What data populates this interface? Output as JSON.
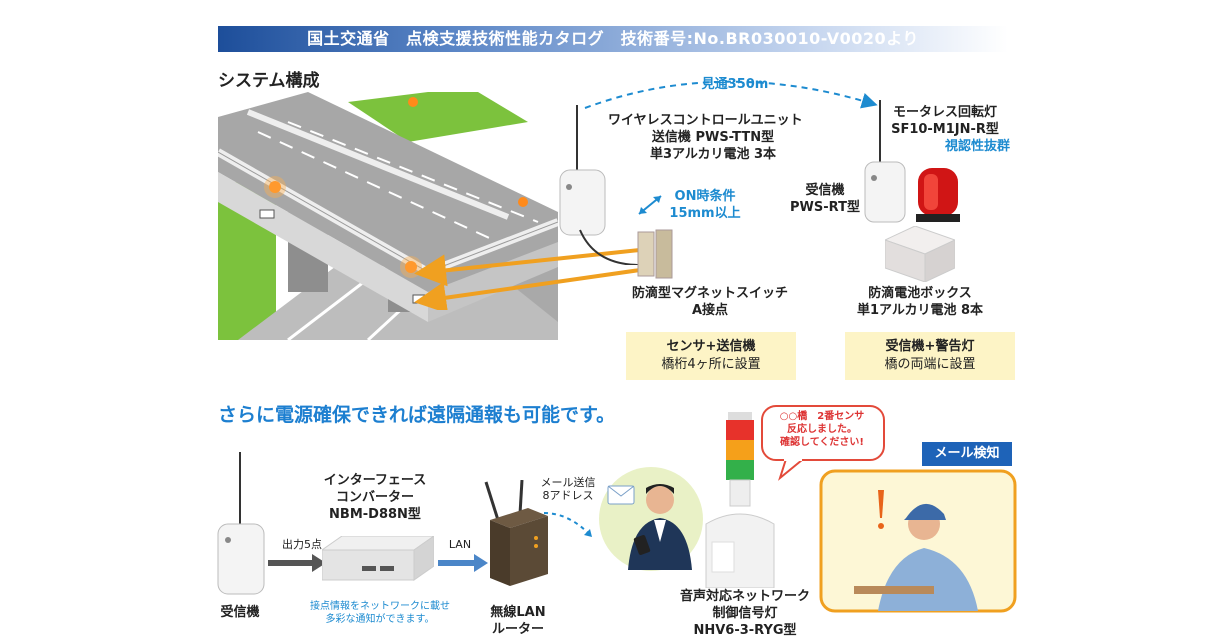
{
  "header": {
    "banner": "国土交通省　点検支援技術性能カタログ　技術番号:No.BR030010-V0020より",
    "section_title": "システム構成"
  },
  "system": {
    "range_label": "見通350m",
    "transmitter": {
      "line1": "ワイヤレスコントロールユニット",
      "line2": "送信機 PWS-TTN型",
      "line3": "単3アルカリ電池 3本"
    },
    "on_condition": {
      "line1": "ON時条件",
      "line2": "15mm以上"
    },
    "magnet_switch": {
      "line1": "防滴型マグネットスイッチ",
      "line2": "A接点"
    },
    "rotary_lamp": {
      "line1": "モータレス回転灯",
      "line2": "SF10-M1JN-R型",
      "line3": "視認性抜群"
    },
    "receiver": {
      "line1": "受信機",
      "line2": "PWS-RT型"
    },
    "battery_box": {
      "line1": "防滴電池ボックス",
      "line2": "単1アルカリ電池 8本"
    },
    "note_left": {
      "line1": "センサ+送信機",
      "line2": "橋桁4ヶ所に設置"
    },
    "note_right": {
      "line1": "受信機+警告灯",
      "line2": "橋の両端に設置"
    }
  },
  "remote": {
    "lead": "さらに電源確保できれば遠隔通報も可能です。",
    "receiver_label": "受信機",
    "output_label": "出力5点",
    "converter": {
      "line1": "インターフェース",
      "line2": "コンバーター",
      "line3": "NBM-D88N型"
    },
    "converter_note": {
      "line1": "接点情報をネットワークに載せ",
      "line2": "多彩な通知ができます。"
    },
    "lan_label": "LAN",
    "router": {
      "line1": "無線LAN",
      "line2": "ルーター"
    },
    "mail": {
      "line1": "メール送信",
      "line2": "8アドレス"
    },
    "signal_tower": {
      "line1": "音声対応ネットワーク",
      "line2": "制御信号灯",
      "line3": "NHV6-3-RYG型"
    },
    "speech": {
      "line1": "○○橋　2番センサ",
      "line2": "反応しました。",
      "line3": "確認してください!"
    },
    "mail_detect": "メール検知"
  },
  "colors": {
    "accent_blue": "#1d8bd0",
    "note_bg": "#fdf4c6",
    "orange": "#f0a020",
    "tag_blue": "#1e63b8"
  }
}
